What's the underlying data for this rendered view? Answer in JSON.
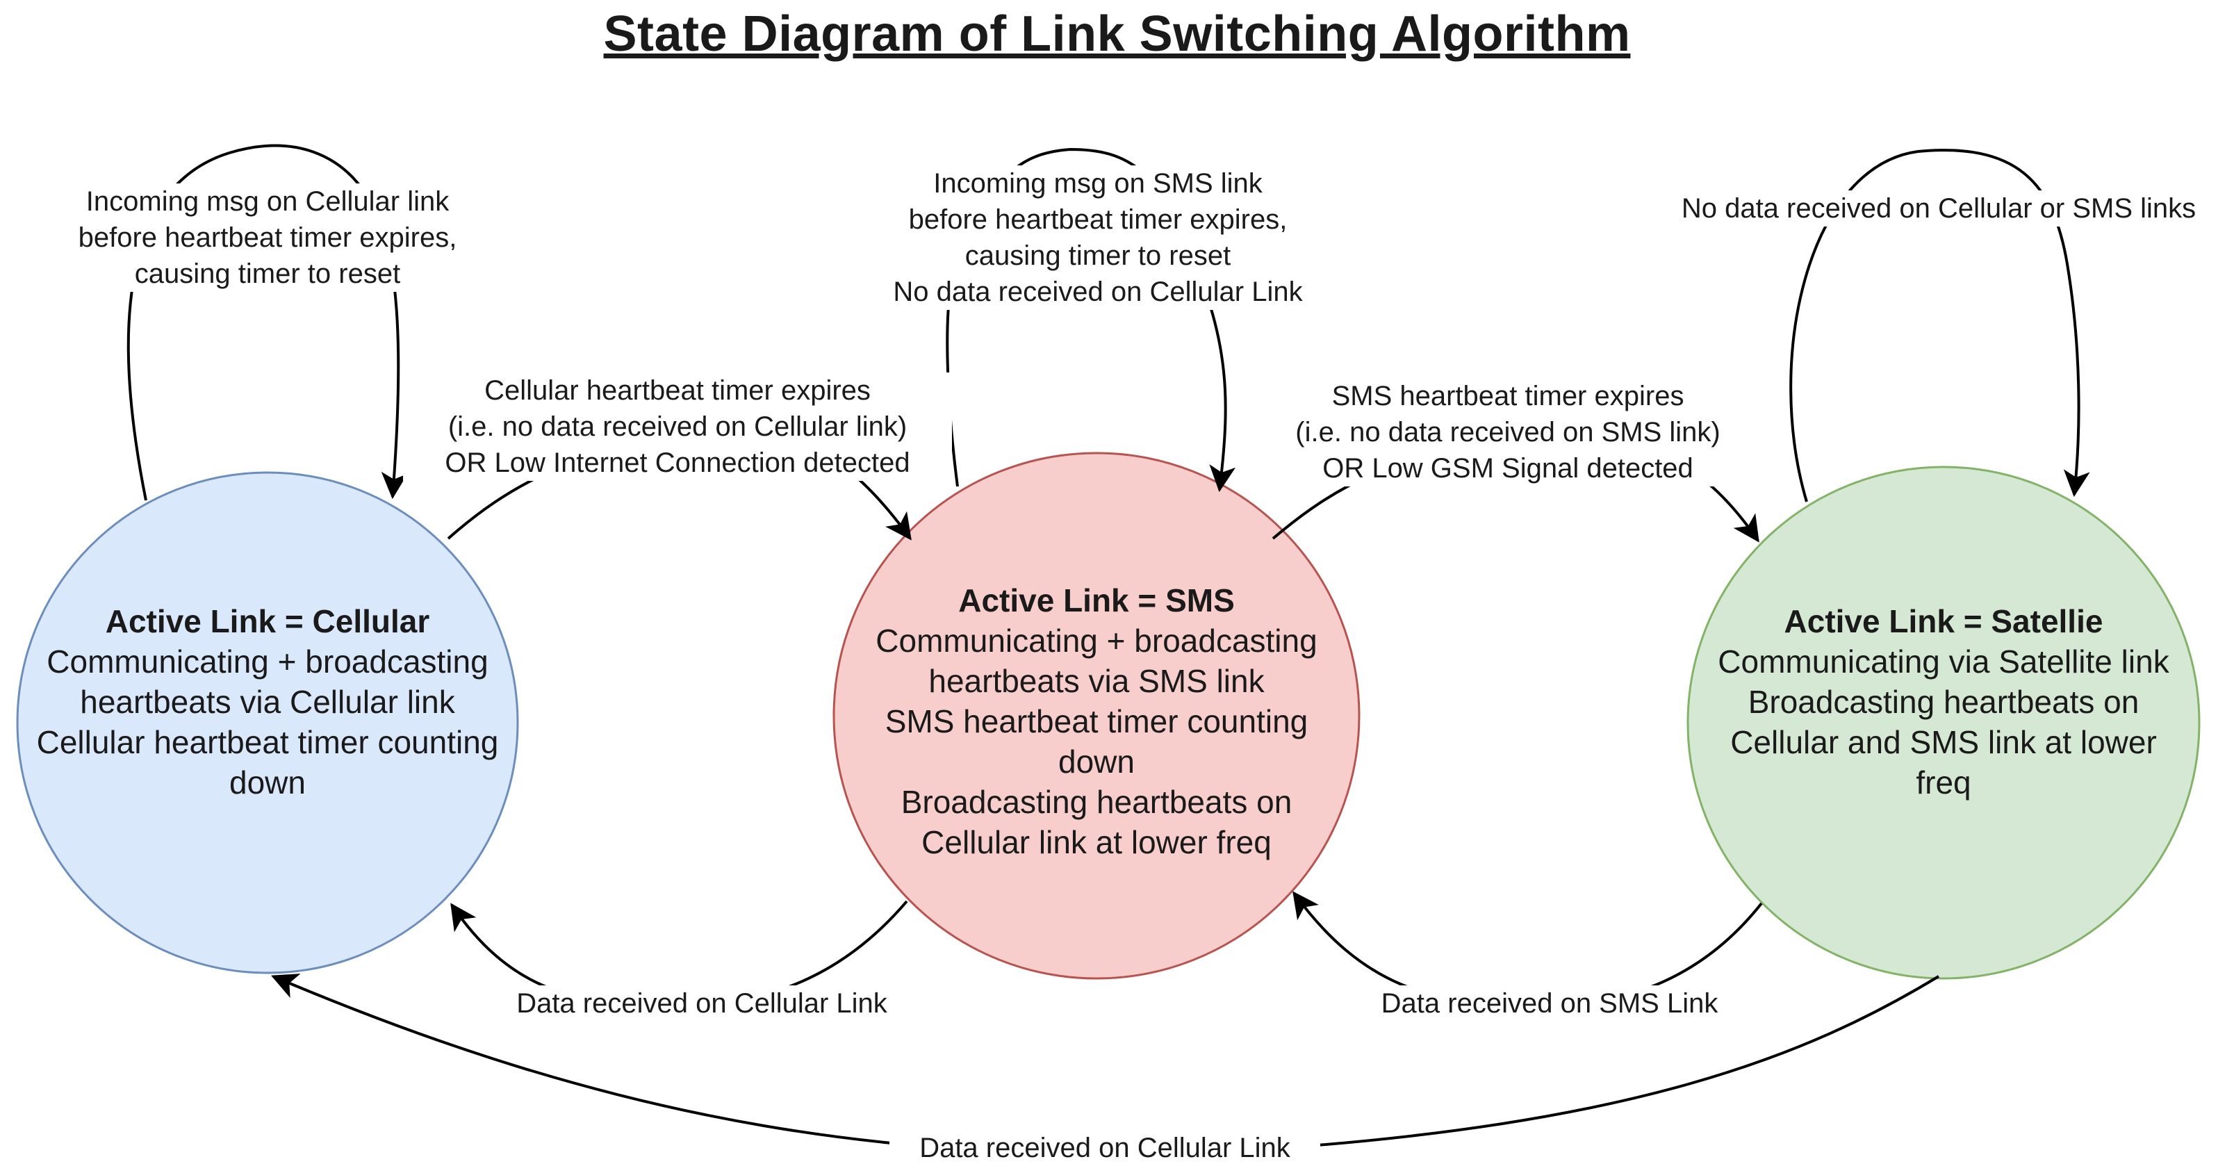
{
  "title": "State Diagram of Link Switching Algorithm",
  "colors": {
    "cellular_fill": "#dae8fc",
    "cellular_stroke": "#6c8ebf",
    "sms_fill": "#f8cecc",
    "sms_stroke": "#b85450",
    "satellite_fill": "#d5e8d4",
    "satellite_stroke": "#82b366",
    "edge": "#000000"
  },
  "states": {
    "cellular": {
      "heading": "Active Link = Cellular",
      "lines": [
        "Communicating + broadcasting",
        "heartbeats via Cellular link",
        "Cellular heartbeat timer counting",
        "down"
      ]
    },
    "sms": {
      "heading": "Active Link = SMS",
      "lines": [
        "Communicating + broadcasting",
        "heartbeats via SMS link",
        "SMS heartbeat timer counting",
        "down",
        "Broadcasting heartbeats on",
        "Cellular link at lower freq"
      ]
    },
    "satellite": {
      "heading": "Active Link = Satellie",
      "lines": [
        "Communicating via Satellite link",
        "Broadcasting heartbeats on",
        "Cellular and SMS link at lower",
        "freq"
      ]
    }
  },
  "transitions": {
    "cellular_self": [
      "Incoming msg on Cellular link",
      "before heartbeat timer expires,",
      "causing timer to reset"
    ],
    "sms_self": [
      "Incoming msg on SMS link",
      "before heartbeat timer expires,",
      "causing timer to reset",
      "No data received on Cellular Link"
    ],
    "satellite_self": [
      "No data received on Cellular or SMS links"
    ],
    "cellular_to_sms": [
      "Cellular heartbeat timer expires",
      "(i.e. no data received on Cellular link)",
      "OR Low Internet Connection detected"
    ],
    "sms_to_satellite": [
      "SMS heartbeat timer expires",
      "(i.e. no data received on SMS link)",
      "OR Low GSM Signal detected"
    ],
    "sms_to_cellular": "Data received on Cellular Link",
    "satellite_to_sms": "Data received on SMS Link",
    "satellite_to_cellular": "Data received on Cellular Link"
  }
}
